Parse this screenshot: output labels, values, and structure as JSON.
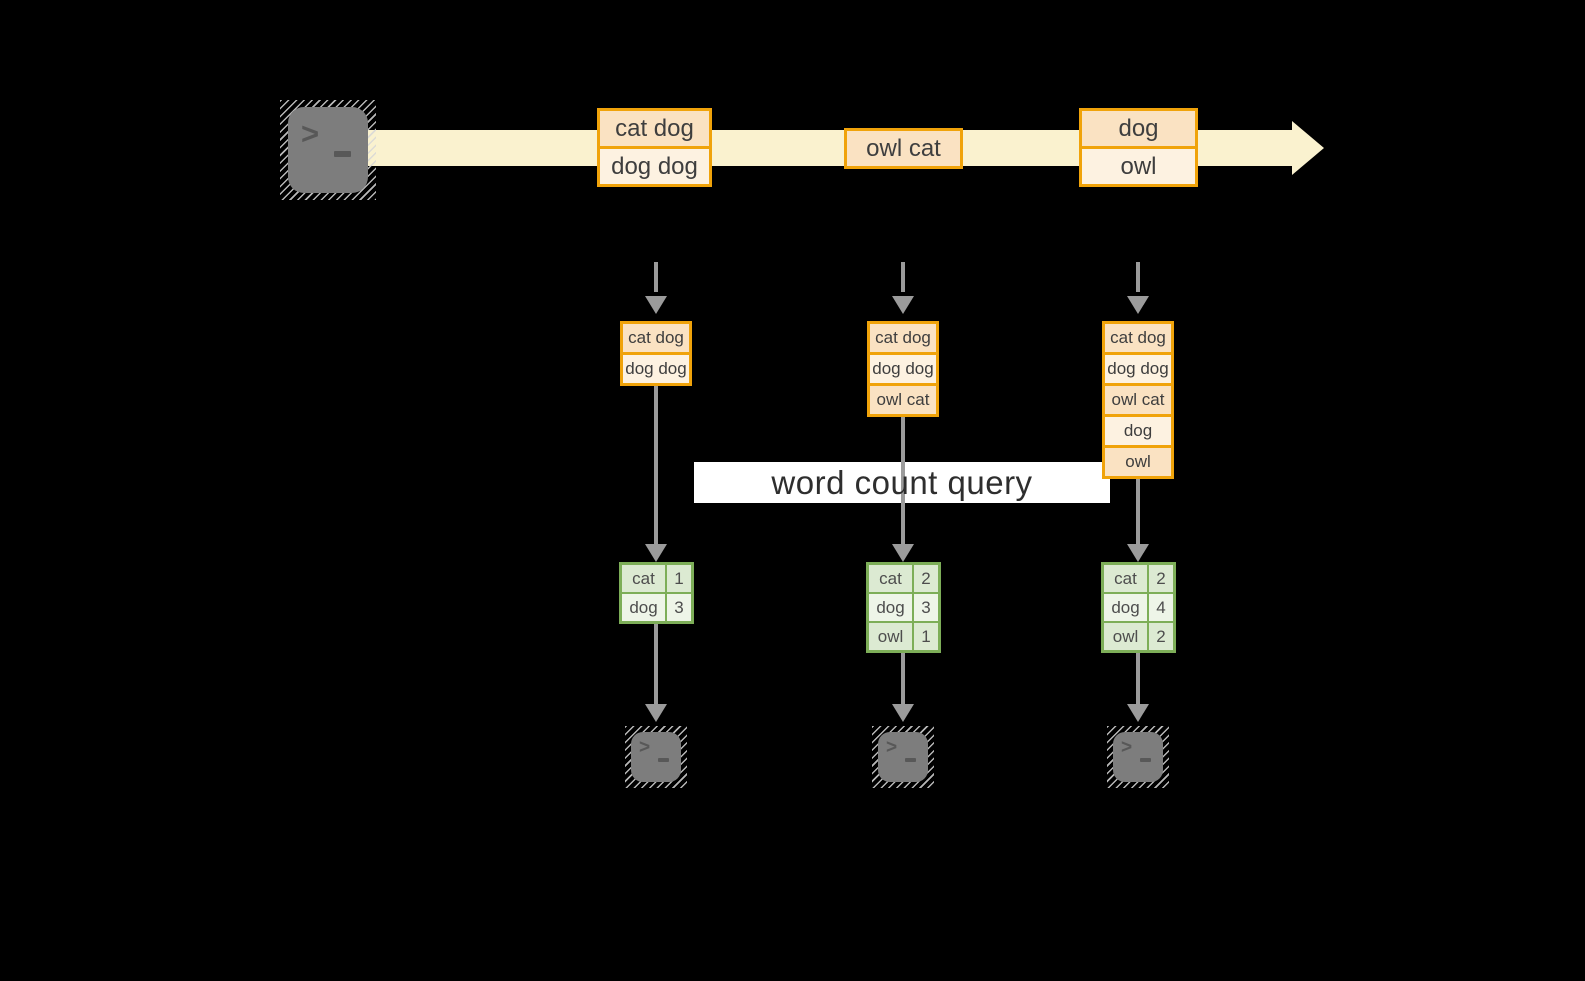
{
  "query_label": "word count query",
  "terminal": {
    "chevron": ">"
  },
  "stream": {
    "batches": [
      {
        "lines": [
          "cat dog",
          "dog dog"
        ]
      },
      {
        "lines": [
          "owl cat"
        ]
      },
      {
        "lines": [
          "dog",
          "owl"
        ]
      }
    ]
  },
  "columns": [
    {
      "input": {
        "lines": [
          "cat dog",
          "dog dog"
        ]
      },
      "counts": [
        [
          "cat",
          "1"
        ],
        [
          "dog",
          "3"
        ]
      ]
    },
    {
      "input": {
        "lines": [
          "cat dog",
          "dog dog",
          "owl cat"
        ]
      },
      "counts": [
        [
          "cat",
          "2"
        ],
        [
          "dog",
          "3"
        ],
        [
          "owl",
          "1"
        ]
      ]
    },
    {
      "input": {
        "lines": [
          "cat dog",
          "dog dog",
          "owl cat",
          "dog",
          "owl"
        ]
      },
      "counts": [
        [
          "cat",
          "2"
        ],
        [
          "dog",
          "4"
        ],
        [
          "owl",
          "2"
        ]
      ]
    }
  ],
  "colors": {
    "background": "#000000",
    "stream_band": "#faf2cf",
    "box_stroke": "#f0a30a",
    "box_fill_dark": "#fae2c2",
    "box_fill_light": "#fdf2e1",
    "table_stroke": "#7dae58",
    "table_fill_dark": "#dcead2",
    "table_fill_light": "#eef5e8",
    "arrow_gray": "#9b9b9b",
    "terminal_gray": "#7d7d7d",
    "query_band": "#ffffff"
  }
}
